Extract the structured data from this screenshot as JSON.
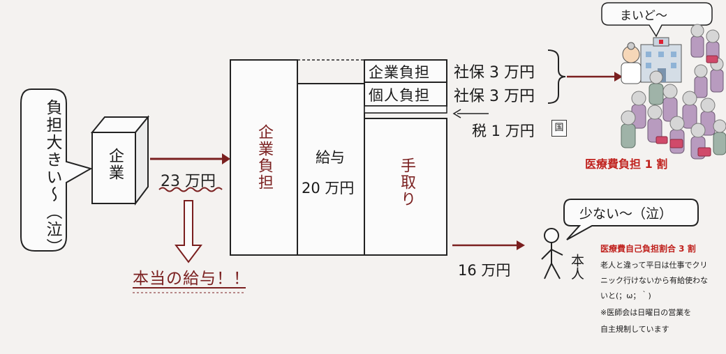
{
  "speech_left": "負担大きい〜（泣）",
  "company_box": "企業",
  "amount_23": "23 万円",
  "true_salary": "本当の給与！！",
  "company_burden_vertical": "企業負担",
  "salary_label": "給与",
  "salary_amount": "20 万円",
  "take_home_vertical": "手取り",
  "row_company_burden": "企業負担",
  "row_personal_burden": "個人負担",
  "shaho_1": "社保 3 万円",
  "shaho_2": "社保 3 万円",
  "tax": "税 1 万円",
  "tax_badge": "国",
  "amount_16": "16 万円",
  "doctor_bubble": "まいど〜",
  "medical_share": "医療費負担 1 割",
  "small_bubble": "少ない〜（泣）",
  "person_label": "本人",
  "note_title": "医療費自己負担割合 3 割",
  "note_line1": "老人と違って平日は仕事でクリ",
  "note_line2": "ニック行けないから有給使わな",
  "note_line3": "いと(；ω；｀)",
  "note_line4": "※医師会は日曜日の営業を",
  "note_line5": "自主規制しています",
  "colors": {
    "arrow_red": "#7a1f1f",
    "accent_red": "#c0231f"
  }
}
